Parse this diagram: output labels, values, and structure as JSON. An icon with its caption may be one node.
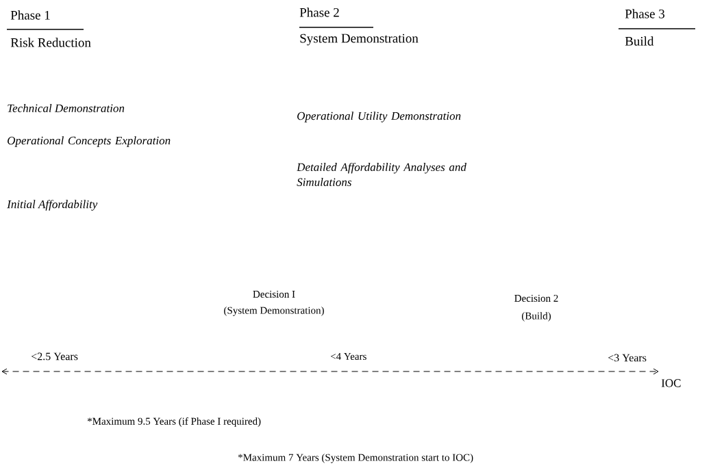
{
  "diagram": {
    "labels": [
      "Phase 1",
      "Risk Reduction",
      "Phase 2",
      "System Demonstration",
      "Phase 3",
      "Build",
      "Technical Demonstration",
      "Operational Utility Demonstration",
      "Operational Concepts Exploration",
      "Detailed Affordability Analyses and Simulations",
      "Initial Affordability",
      "Decision I",
      "Decision 2",
      "(System Demonstration)",
      "(Build)",
      "<2.5 Years",
      "<4 Years",
      "<3 Years",
      "IOC",
      "*Maximum 9.5 Years (if Phase I required)",
      "*Maximum 7 Years (System Demonstration start to IOC)"
    ]
  }
}
